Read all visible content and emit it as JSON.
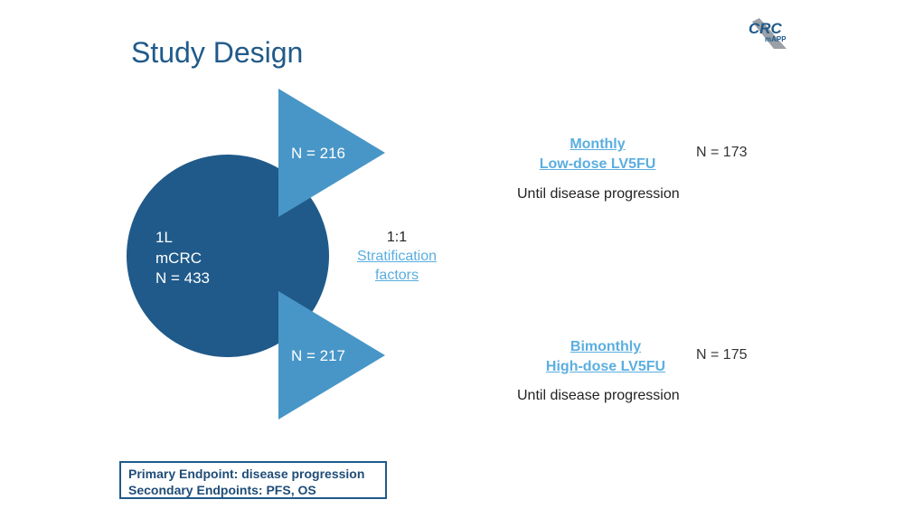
{
  "title": "Study Design",
  "logo": {
    "main": "CRC",
    "sub": "mAPP"
  },
  "population": {
    "line1": "1L",
    "line2": "mCRC",
    "line3": "N = 433"
  },
  "randomization": {
    "ratio": "1:1",
    "stratification_label": "Stratification factors"
  },
  "arms": [
    {
      "triangle_n": "N = 216",
      "title_line1": "Monthly",
      "title_line2": "Low-dose LV5FU",
      "n": "N = 173",
      "duration": "Until disease progression"
    },
    {
      "triangle_n": "N = 217",
      "title_line1": "Bimonthly",
      "title_line2": "High-dose LV5FU",
      "n": "N = 175",
      "duration": "Until disease progression"
    }
  ],
  "endpoints": {
    "primary": "Primary Endpoint: disease progression",
    "secondary": "Secondary Endpoints: PFS, OS"
  },
  "colors": {
    "dark_blue": "#1f5a8a",
    "mid_blue": "#4896c8",
    "link_blue": "#5aaee0",
    "logo_gray": "#9aa0a6"
  }
}
